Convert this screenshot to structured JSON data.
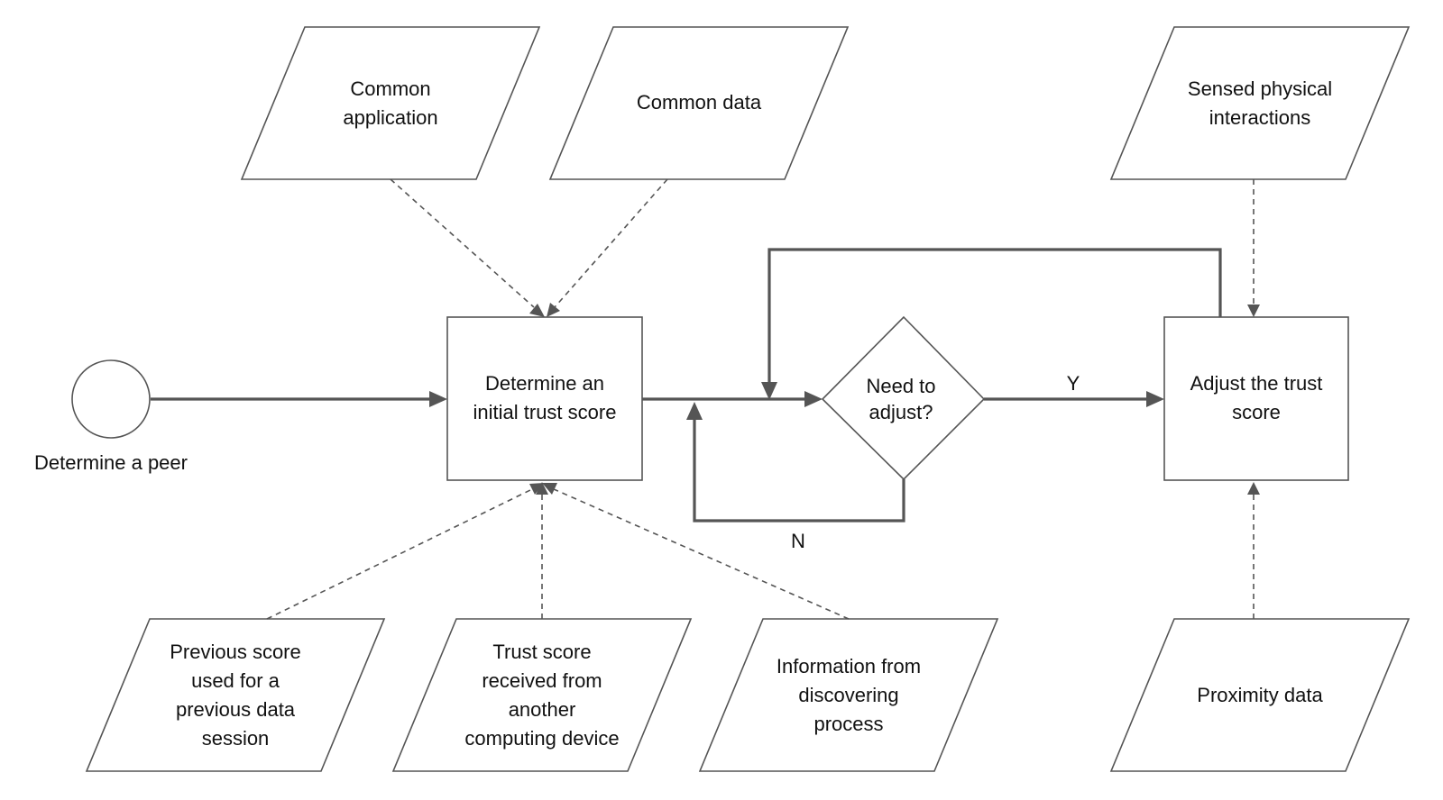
{
  "diagram": {
    "start_label": "Determine a peer",
    "initial_score": [
      "Determine an",
      "initial trust score"
    ],
    "decision": [
      "Need to",
      "adjust?"
    ],
    "adjust": [
      "Adjust the trust",
      "score"
    ],
    "yes_label": "Y",
    "no_label": "N",
    "inputs": {
      "common_application": [
        "Common",
        "application"
      ],
      "common_data": [
        "Common data"
      ],
      "sensed_physical": [
        "Sensed physical",
        "interactions"
      ],
      "previous_score": [
        "Previous score",
        "used for a",
        "previous data",
        "session"
      ],
      "trust_received": [
        "Trust score",
        "received from",
        "another",
        "computing device"
      ],
      "discovering_info": [
        "Information from",
        "discovering",
        "process"
      ],
      "proximity": [
        "Proximity data"
      ]
    },
    "colors": {
      "stroke": "#555555",
      "text": "#111111",
      "background": "#ffffff"
    }
  }
}
